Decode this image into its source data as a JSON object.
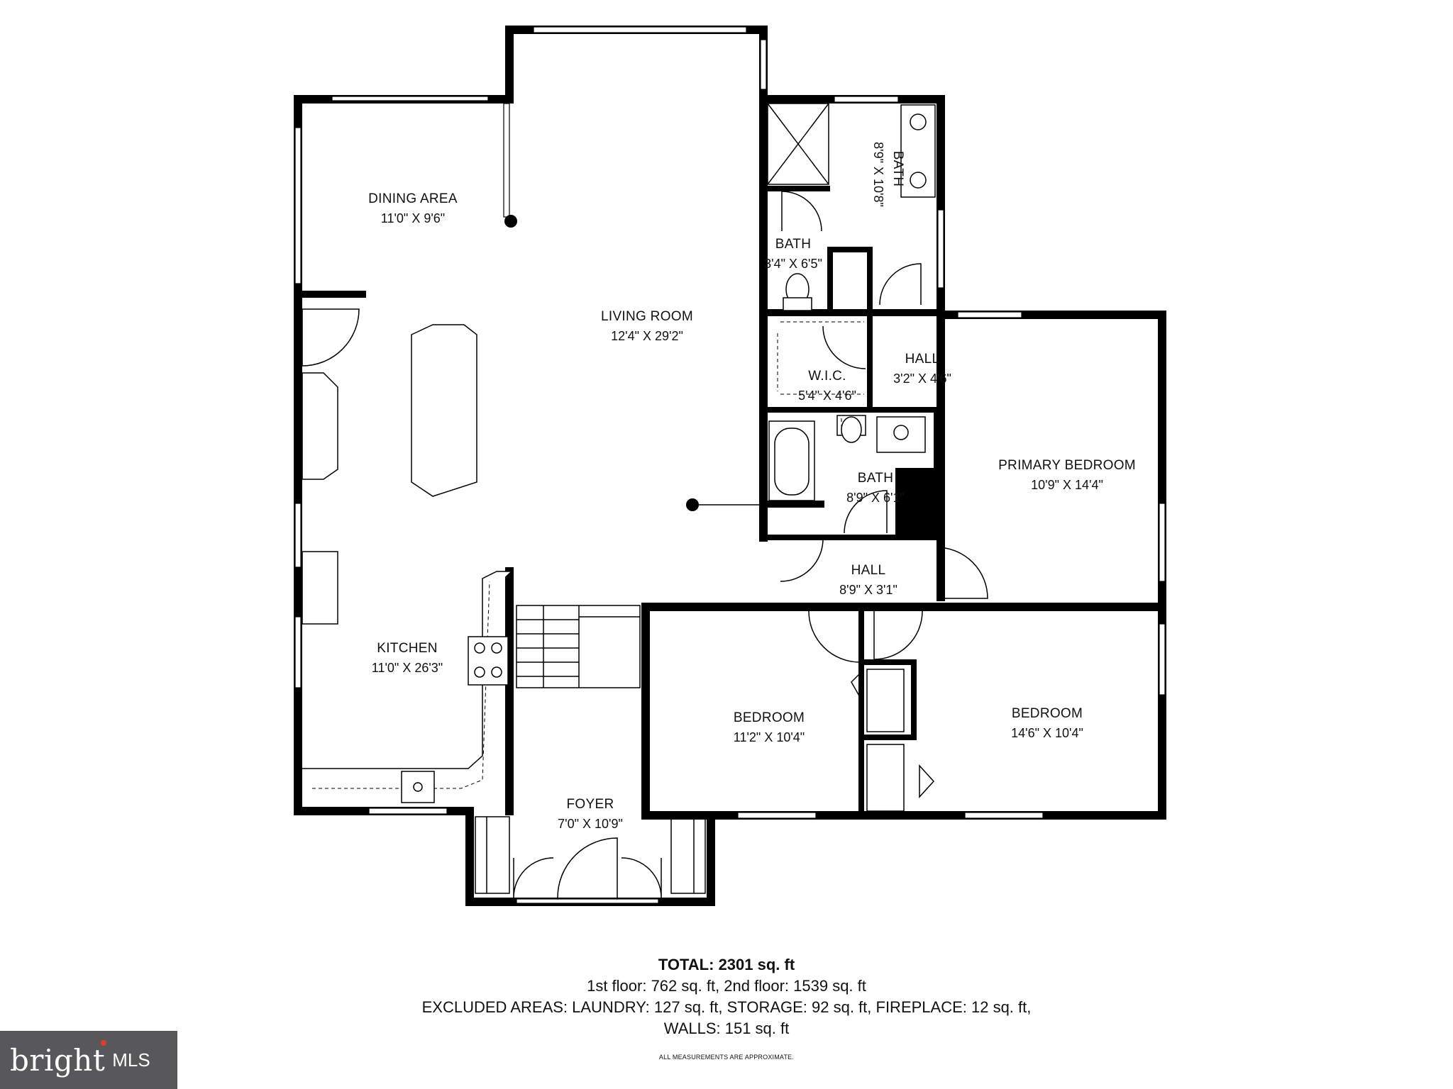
{
  "rooms": {
    "dining": {
      "name": "DINING AREA",
      "dims": "11'0\" X 9'6\""
    },
    "living": {
      "name": "LIVING ROOM",
      "dims": "12'4\" X 29'2\""
    },
    "kitchen": {
      "name": "KITCHEN",
      "dims": "11'0\" X 26'3\""
    },
    "foyer": {
      "name": "FOYER",
      "dims": "7'0\" X 10'9\""
    },
    "bath_large": {
      "name": "BATH",
      "dims": "8'9\" X 10'8\""
    },
    "bath_small": {
      "name": "BATH",
      "dims": "3'4\" X 6'5\""
    },
    "wic": {
      "name": "W.I.C.",
      "dims": "5'4\" X 4'6\""
    },
    "hall_upper": {
      "name": "HALL",
      "dims": "3'2\" X 4'6\""
    },
    "bath_mid": {
      "name": "BATH",
      "dims": "8'9\" X 6'1\""
    },
    "hall_lower": {
      "name": "HALL",
      "dims": "8'9\" X 3'1\""
    },
    "primary_bedroom": {
      "name": "PRIMARY BEDROOM",
      "dims": "10'9\" X 14'4\""
    },
    "bedroom_left": {
      "name": "BEDROOM",
      "dims": "11'2\" X 10'4\""
    },
    "bedroom_right": {
      "name": "BEDROOM",
      "dims": "14'6\" X 10'4\""
    }
  },
  "summary": {
    "total_label": "TOTAL:",
    "total_value": "2301 sq. ft",
    "floors": "1st floor: 762 sq. ft, 2nd floor: 1539 sq. ft",
    "excluded": "EXCLUDED AREAS: LAUNDRY: 127 sq. ft, STORAGE: 92 sq. ft, FIREPLACE: 12 sq. ft,",
    "walls": "WALLS: 151 sq. ft",
    "disclaimer": "ALL MEASUREMENTS ARE APPROXIMATE."
  },
  "logo": {
    "word": "bright",
    "suffix": "MLS",
    "bg_color": "#58585a",
    "accent_color": "#e23b2e"
  }
}
